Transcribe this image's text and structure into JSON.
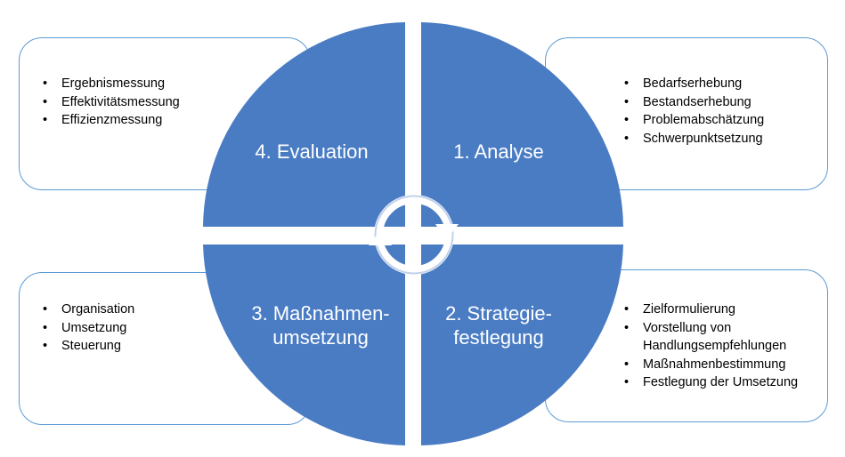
{
  "quadrants": {
    "evaluation": {
      "title": "4. Evaluation",
      "items": [
        "Ergebnismessung",
        "Effektivitätsmessung",
        "Effizienzmessung"
      ]
    },
    "analyse": {
      "title": "1. Analyse",
      "items": [
        "Bedarfserhebung",
        "Bestandserhebung",
        "Problemabschätzung",
        "Schwerpunktsetzung"
      ]
    },
    "massnahmen": {
      "title_line1": "3. Maßnahmen-",
      "title_line2": "umsetzung",
      "items": [
        "Organisation",
        "Umsetzung",
        "Steuerung"
      ]
    },
    "strategie": {
      "title_line1": "2. Strategie-",
      "title_line2": "festlegung",
      "items": [
        "Zielformulierung",
        "Vorstellung von Handlungsempfehlungen",
        "Maßnahmenbestimmung",
        "Festlegung der Umsetzung"
      ]
    }
  },
  "colors": {
    "quadrant_fill": "#4a7cc4",
    "box_border": "#5b9bd5",
    "cycle_arrow": "#ffffff"
  },
  "icons": {
    "center": "circular-cycle-arrows-icon"
  }
}
